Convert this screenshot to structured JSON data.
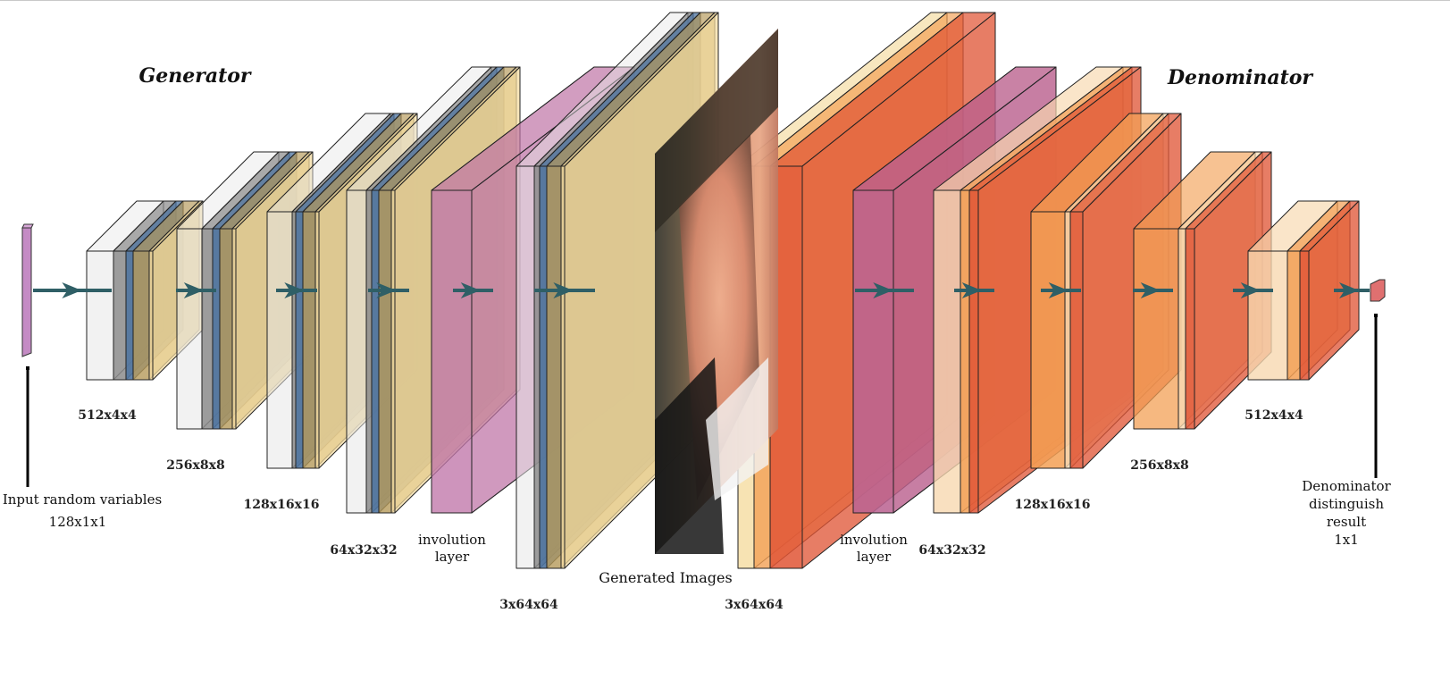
{
  "titles": {
    "generator": "Generator",
    "discriminator": "Denominator"
  },
  "input": {
    "label_line1": "Input random variables",
    "label_line2": "128x1x1"
  },
  "generator_dims": [
    "512x4x4",
    "256x8x8",
    "128x16x16",
    "64x32x32",
    "3x64x64"
  ],
  "generator_involution": {
    "line1": "involution",
    "line2": "layer"
  },
  "generated_label": "Generated Images",
  "discriminator_dims": [
    "3x64x64",
    "64x32x32",
    "128x16x16",
    "256x8x8",
    "512x4x4"
  ],
  "discriminator_involution": {
    "line1": "involution",
    "line2": "layer"
  },
  "output": {
    "line1": "Denominator",
    "line2": "distinguish",
    "line3": "result",
    "line4": "1x1"
  },
  "colors": {
    "generator_fill": "#b59a5a",
    "generator_edge_slice": "#f5dca0",
    "batchnorm_slice": "#4f74a0",
    "gray_slice": "#8c8c8c",
    "involution": "#c48bc4",
    "involution_dark": "#b03050",
    "discriminator_fill": "#e05535",
    "discriminator_light": "#f3a055",
    "arrow": "#2f5f66"
  }
}
